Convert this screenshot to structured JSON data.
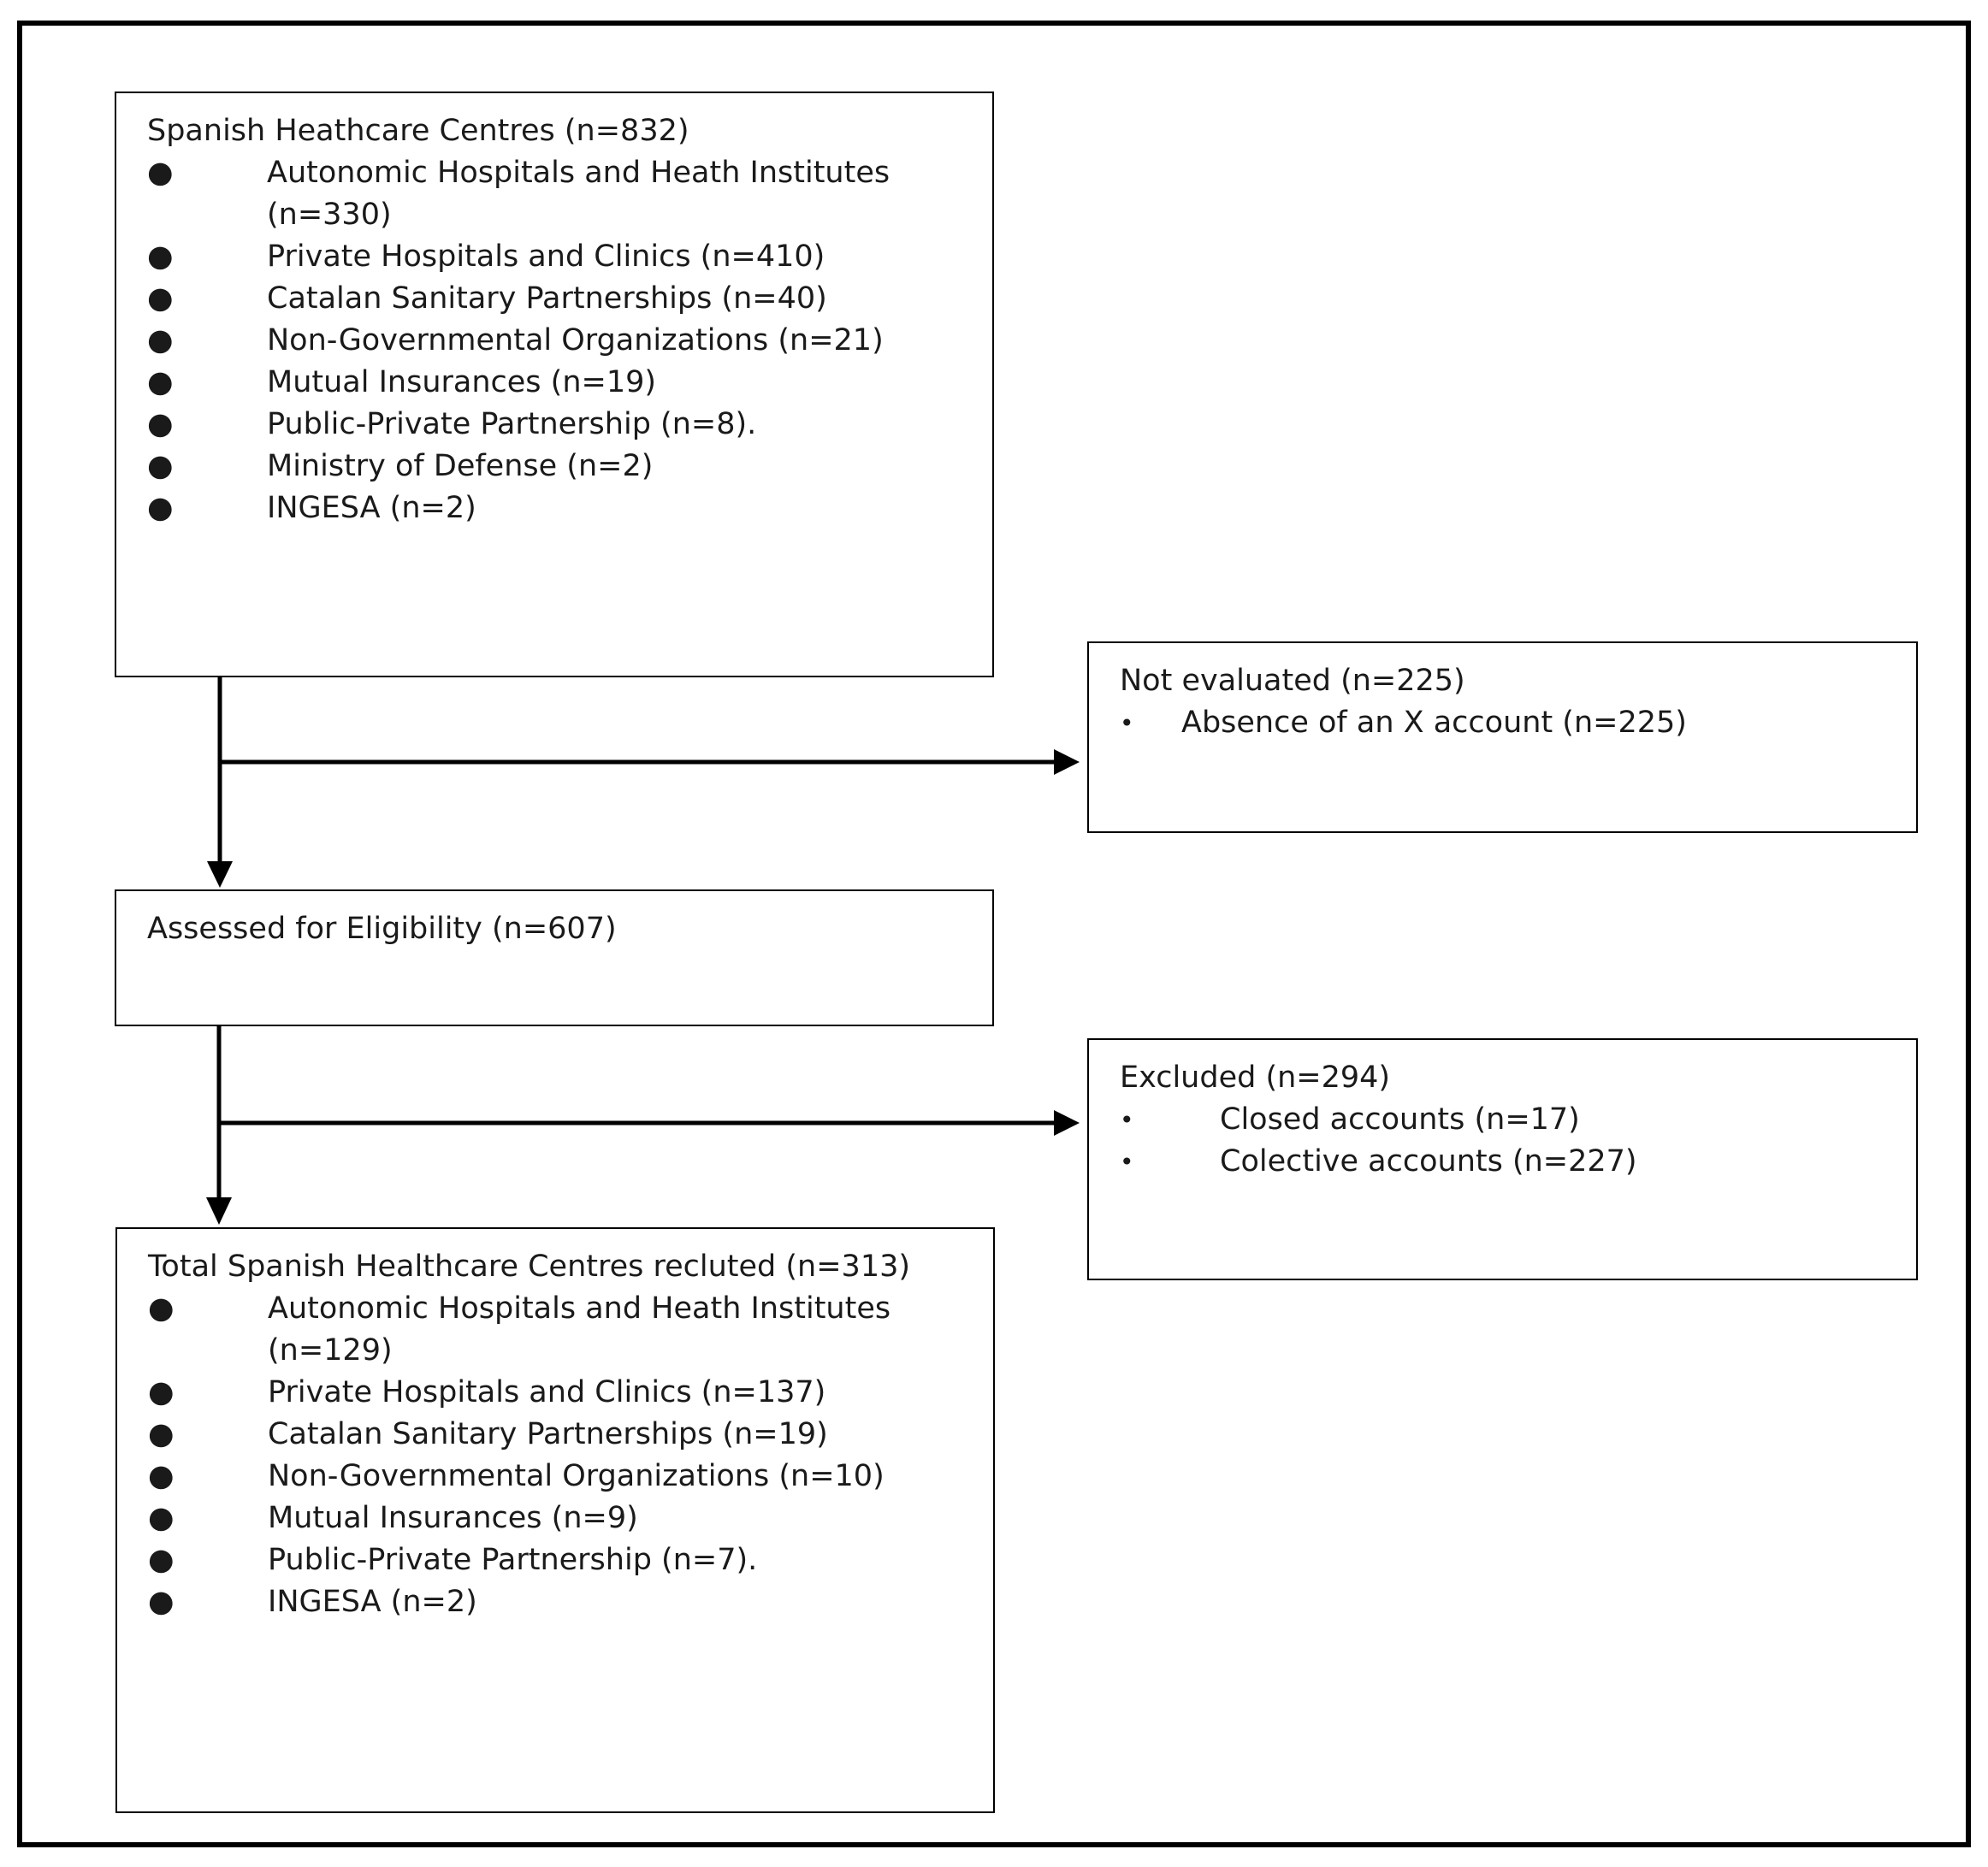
{
  "flowchart": {
    "centres_box": {
      "title": "Spanish Heathcare Centres (n=832)",
      "bullet": "●",
      "items": [
        "Autonomic Hospitals and Heath Institutes (n=330)",
        "Private Hospitals and Clinics (n=410)",
        "Catalan Sanitary Partnerships (n=40)",
        "Non-Governmental Organizations (n=21)",
        "Mutual Insurances (n=19)",
        "Public-Private Partnership (n=8).",
        "Ministry of Defense (n=2)",
        "INGESA (n=2)"
      ]
    },
    "not_evaluated_box": {
      "title": "Not evaluated (n=225)",
      "bullet": "•",
      "items": [
        "Absence of an X account (n=225)"
      ]
    },
    "assessed_box": {
      "title": "Assessed for Eligibility (n=607)"
    },
    "excluded_box": {
      "title": "Excluded (n=294)",
      "bullet": "•",
      "items": [
        "Closed accounts (n=17)",
        "Colective accounts (n=227)"
      ]
    },
    "total_box": {
      "title": "Total Spanish Healthcare Centres recluted (n=313)",
      "bullet": "●",
      "items": [
        "Autonomic Hospitals and Heath Institutes (n=129)",
        "Private Hospitals and Clinics (n=137)",
        "Catalan Sanitary Partnerships (n=19)",
        "Non-Governmental Organizations (n=10)",
        "Mutual Insurances (n=9)",
        "Public-Private Partnership  (n=7).",
        "INGESA (n=2)"
      ]
    }
  },
  "colors": {
    "border": "#000000",
    "text": "#1a1a1a",
    "background": "#ffffff"
  }
}
